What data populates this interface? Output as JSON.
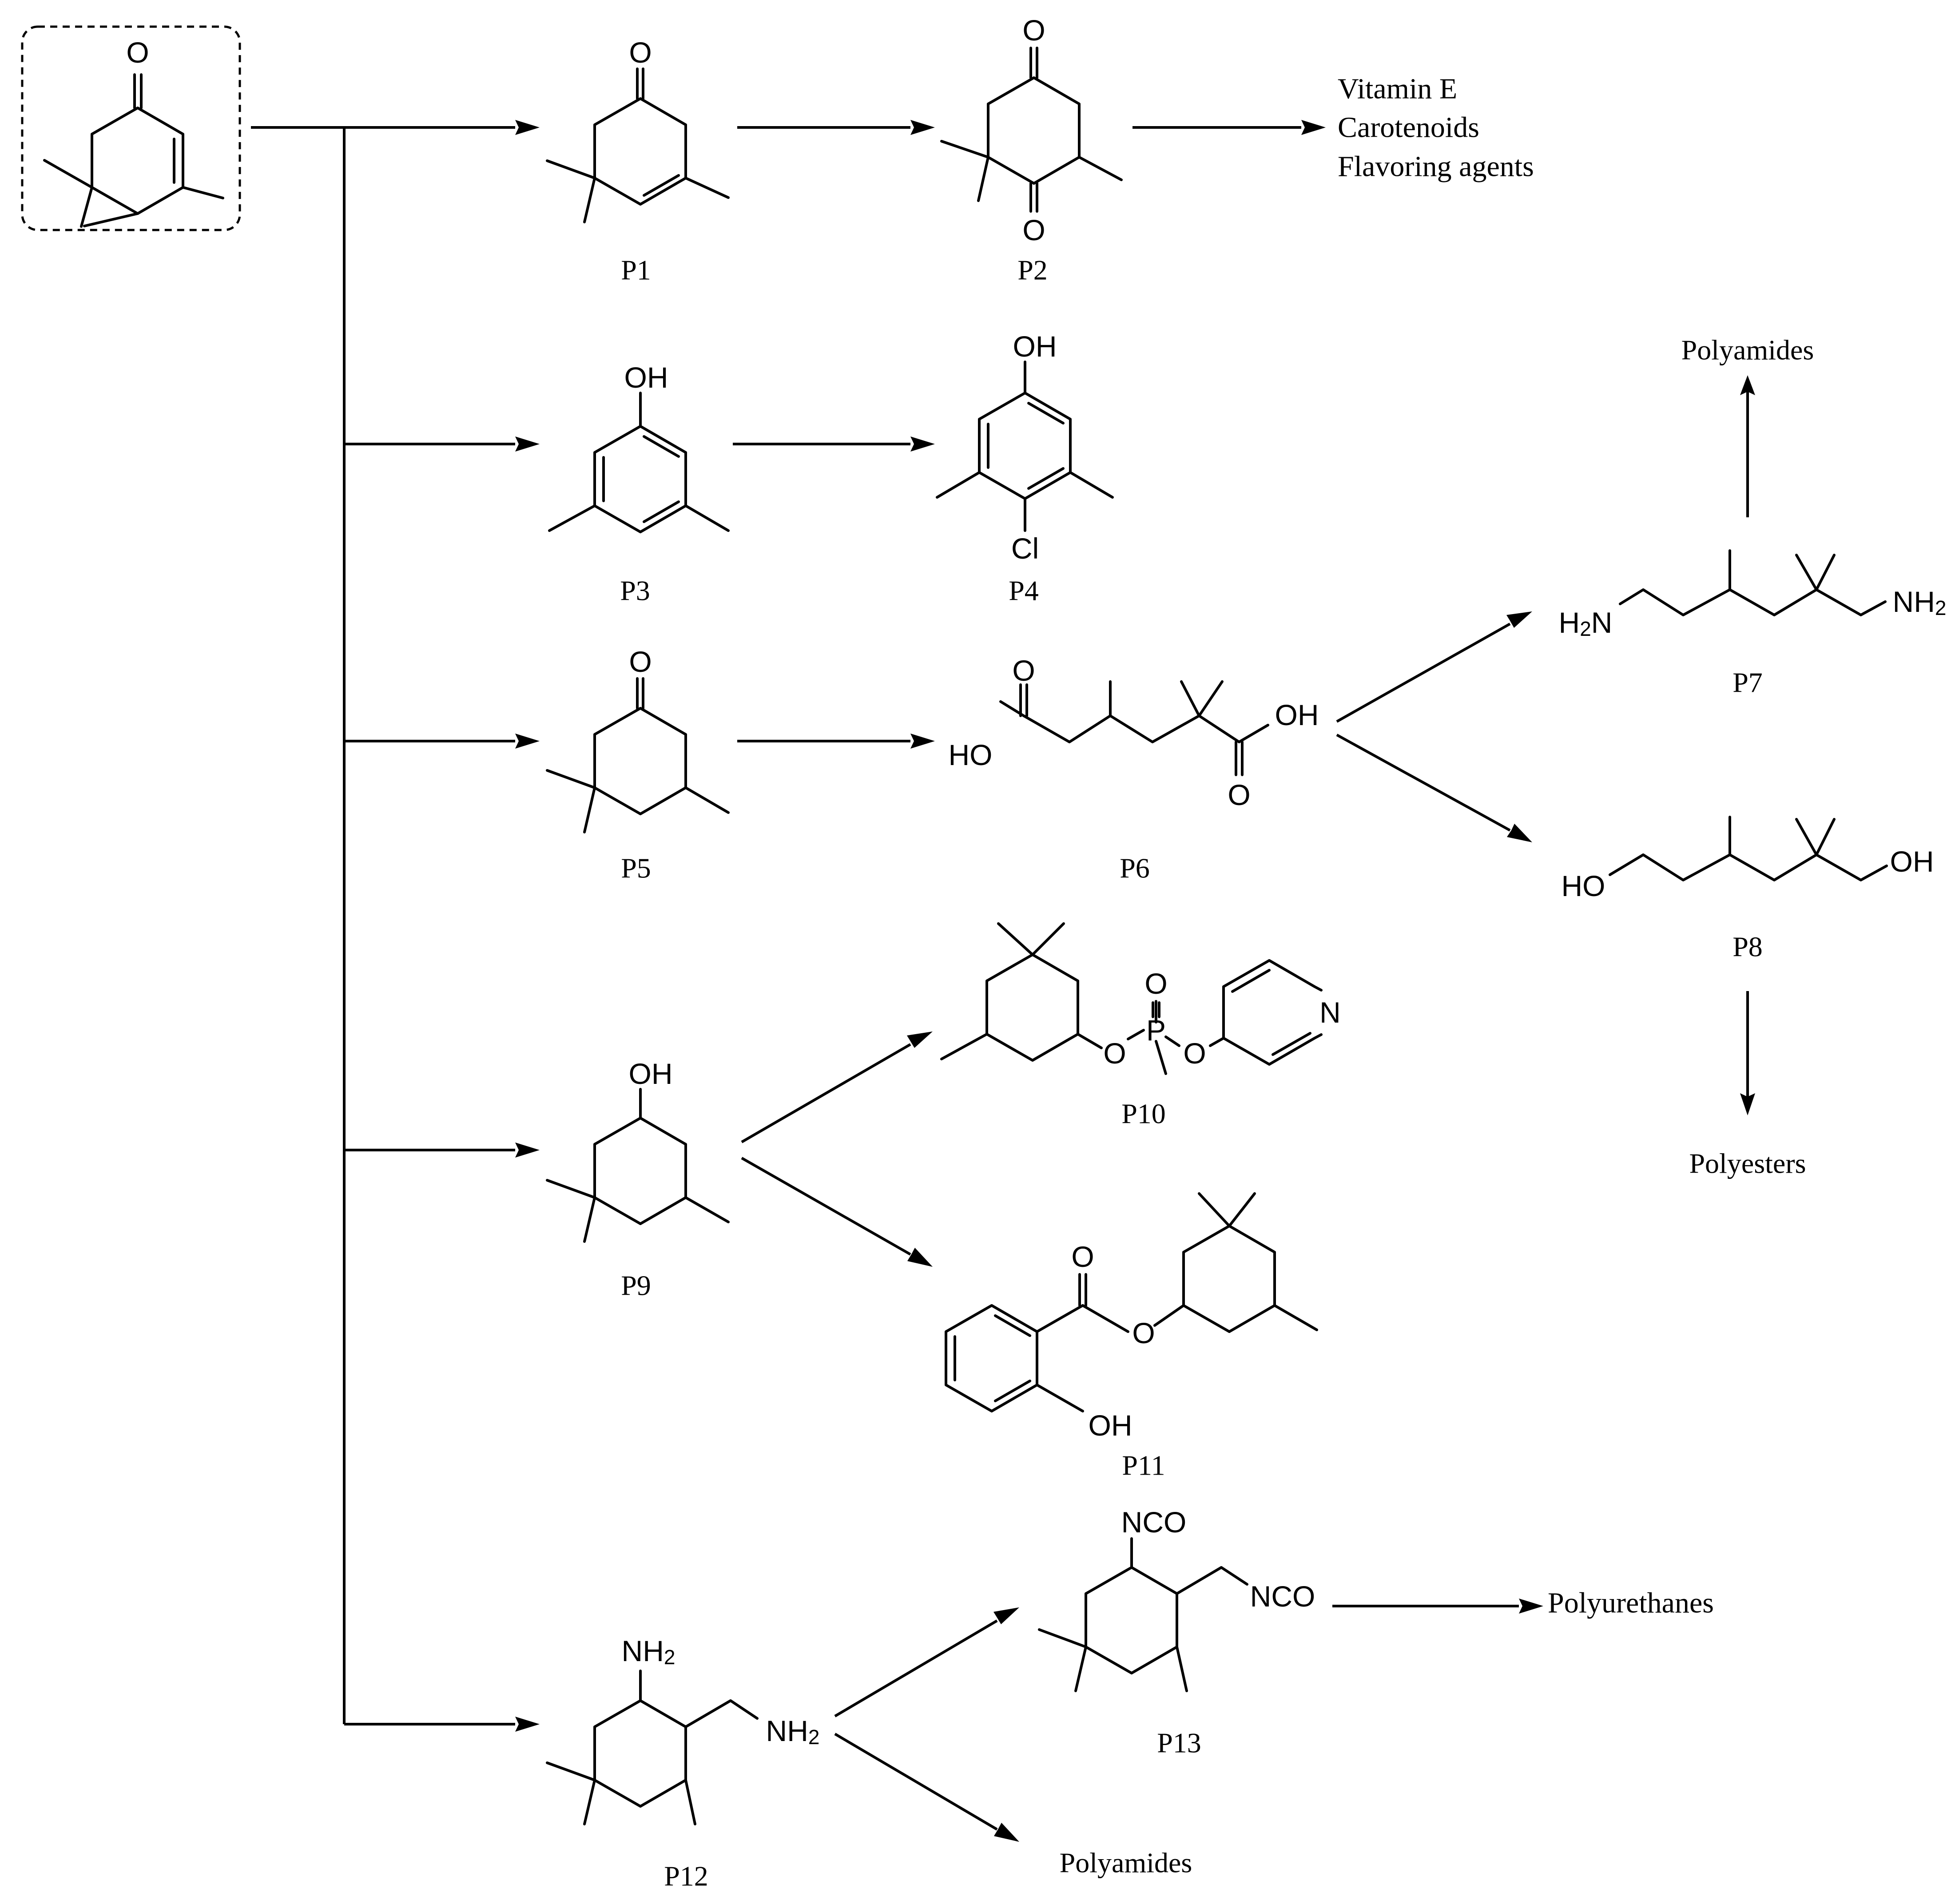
{
  "compound_labels": {
    "p1": "P1",
    "p2": "P2",
    "p3": "P3",
    "p4": "P4",
    "p5": "P5",
    "p6": "P6",
    "p7": "P7",
    "p8": "P8",
    "p9": "P9",
    "p10": "P10",
    "p11": "P11",
    "p12": "P12",
    "p13": "P13"
  },
  "applications": {
    "p2_uses": [
      "Vitamin E",
      "Carotenoids",
      "Flavoring agents"
    ],
    "p7_use": "Polyamides",
    "p8_use": "Polyesters",
    "p12_use": "Polyamides",
    "p13_use": "Polyurethanes"
  },
  "atoms": {
    "O": "O",
    "OH": "OH",
    "HO": "HO",
    "Cl": "Cl",
    "N": "N",
    "P": "P",
    "NCO": "NCO",
    "NH": "NH",
    "H": "H",
    "sub2": "2"
  }
}
